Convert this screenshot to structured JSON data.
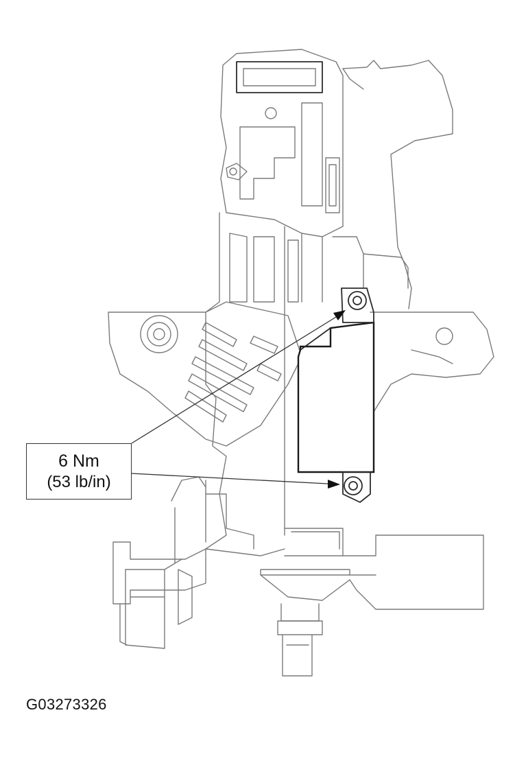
{
  "torque_callout": {
    "metric": "6 Nm",
    "imperial": "(53 lb/in)"
  },
  "figure_id": "G03273326"
}
